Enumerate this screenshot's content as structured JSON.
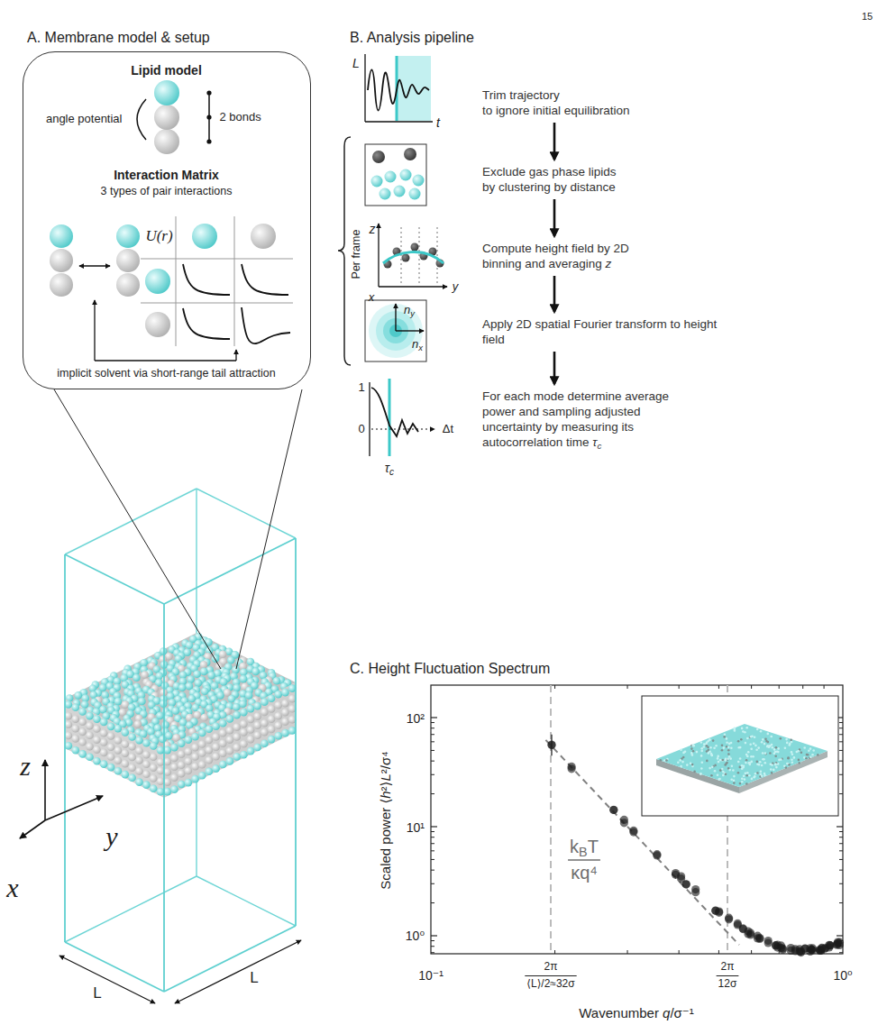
{
  "diagram": {
    "nodes": [
      {
        "text": [
          "Lipid model",
          "angle potential",
          "2 bonds",
          "Interaction Matrix",
          "3 types of pair interactions",
          "U(r)",
          "implicit solvent via short-range tail attraction"
        ]
      },
      {
        "text": [
          "Trim trajectory to ignore initial equilibration"
        ]
      },
      {
        "text": [
          "Exclude gas phase lipids by clustering by distance"
        ]
      },
      {
        "text": [
          "Compute height field by 2D binning and averaging z"
        ]
      },
      {
        "text": [
          "Apply 2D spatial Fourier transform to height field"
        ]
      },
      {
        "text": [
          "For each mode determine average power and sampling adjusted uncertainty by measuring its autocorrelation time τc"
        ]
      }
    ],
    "edges": [
      {
        "from": 1,
        "to": 2,
        "arrow": "to"
      },
      {
        "from": 2,
        "to": 3,
        "arrow": "to"
      },
      {
        "from": 3,
        "to": 4,
        "arrow": "to"
      },
      {
        "from": 4,
        "to": 5,
        "arrow": "to"
      }
    ],
    "labels": [
      "15",
      "A. Membrane model & setup",
      "B. Analysis pipeline",
      "C. Height Fluctuation Spectrum",
      "z",
      "x",
      "y",
      "L",
      "L",
      "L",
      "t",
      "Per frame",
      "z",
      "x",
      "y",
      "ny",
      "nx",
      "1",
      "0",
      "Δt",
      "τc",
      "Scaled power ⟨h²⟩L²/σ⁴",
      "10²",
      "10¹",
      "10⁰",
      "10⁻¹",
      "2π",
      "⟨L⟩/2≈32σ",
      "2π",
      "12σ",
      "10⁰",
      "Wavenumber q/σ⁻¹",
      "kBT",
      "κq⁴"
    ]
  }
}
